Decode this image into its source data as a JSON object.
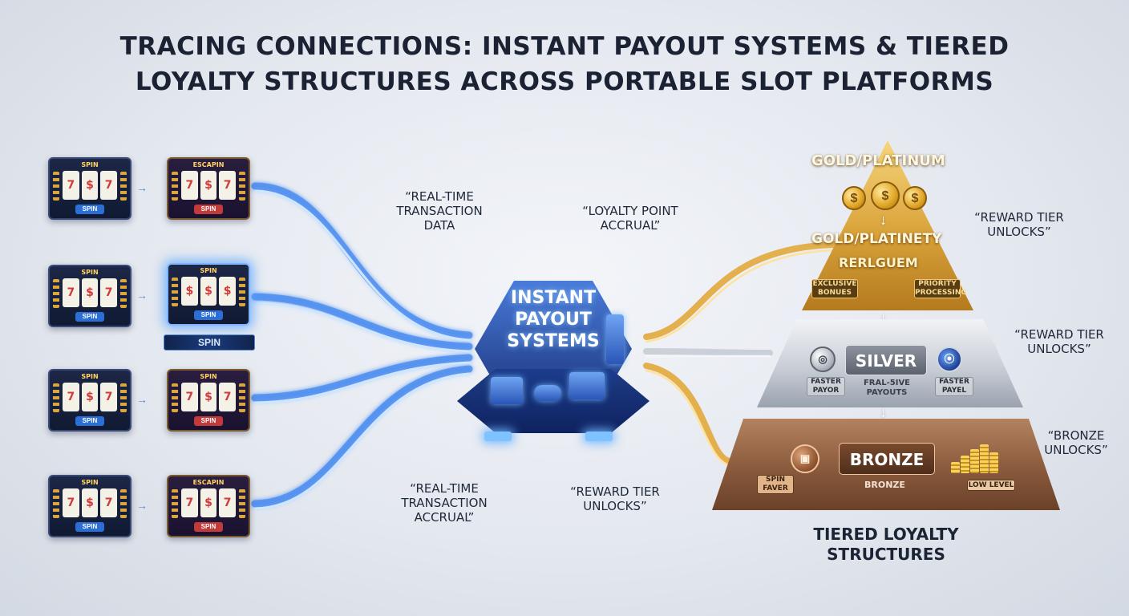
{
  "title_line1": "TRACING CONNECTIONS: INSTANT PAYOUT SYSTEMS & TIERED",
  "title_line2": "LOYALTY STRUCTURES ACROSS PORTABLE SLOT PLATFORMS",
  "hub": {
    "line1": "INSTANT",
    "line2": "PAYOUT",
    "line3": "SYSTEMS"
  },
  "phones": {
    "left_label": "SPIN",
    "right_labels": [
      "ESCAPIN",
      "SPIN",
      "SPIN",
      "ESCAPIN"
    ],
    "left_button": "SPIN",
    "right_button": "SPIN",
    "banner": "SPIN",
    "reel_symbols": [
      "7",
      "$",
      "7"
    ]
  },
  "annotations": {
    "a1_l1": "“REAL-TIME",
    "a1_l2": "TRANSACTION",
    "a1_l3": "DATA",
    "a2_l1": "“LOYALTY POINT",
    "a2_l2": "ACCRUAL”",
    "a3_l1": "“REAL-TIME",
    "a3_l2": "TRANSACTION",
    "a3_l3": "ACCRUAL”",
    "a4_l1": "“REWARD TIER",
    "a4_l2": "UNLOCKS”",
    "r1_l1": "“REWARD TIER",
    "r1_l2": "UNLOCKS”",
    "r2_l1": "“REWARD TIER",
    "r2_l2": "UNLOCKS”",
    "r3_l1": "“BRONZE",
    "r3_l2": "UNLOCKS”"
  },
  "gold": {
    "top_label": "GOLD/PLATINUM",
    "mid_label": "GOLD/PLATINETY",
    "sub_label": "RERLGUEM",
    "tag_left_l1": "EXCLUSIVE",
    "tag_left_l2": "BONUES",
    "tag_right_l1": "PRIORITY",
    "tag_right_l2": "PROCESSING",
    "coin_symbol": "$"
  },
  "silver": {
    "label": "SILVER",
    "sub_l1": "FRAL-5IVE",
    "sub_l2": "PAYOUTS",
    "tag_left_l1": "FASTER",
    "tag_left_l2": "PAYOR",
    "tag_right_l1": "FASTER",
    "tag_right_l2": "PAYEL"
  },
  "bronze": {
    "label": "BRONZE",
    "sub": "BRONZE",
    "tag_left_l1": "SPIN",
    "tag_left_l2": "FAVER",
    "tag_right": "LOW LEVEL"
  },
  "pyramid_title_l1": "TIERED LOYALTY",
  "pyramid_title_l2": "STRUCTURES",
  "colors": {
    "flow_blue": "#4f8ff0",
    "flow_glow": "#a9d2ff",
    "flow_gold": "#e2a93c",
    "flow_silver": "#c7ccd6"
  }
}
